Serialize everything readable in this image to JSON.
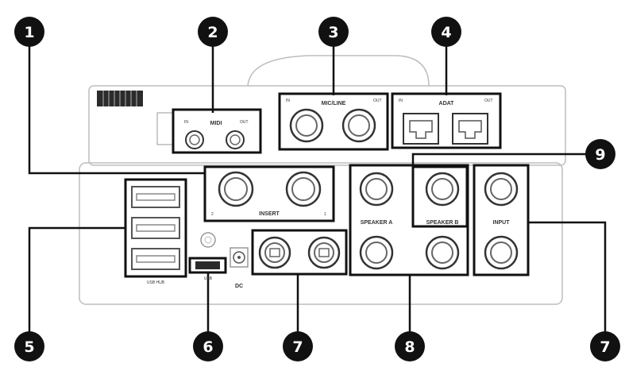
{
  "panel_labels": {
    "midi": "MIDI",
    "midi_in": "IN",
    "midi_out": "OUT",
    "mic_line": "MIC/LINE",
    "mic_line_in": "IN",
    "mic_line_out": "OUT",
    "adat": "ADAT",
    "adat_in": "IN",
    "adat_out": "OUT",
    "insert": "INSERT",
    "insert_left_num": "2",
    "insert_right_num": "1",
    "speaker_a": "SPEAKER A",
    "speaker_b": "SPEAKER B",
    "input": "INPUT",
    "usb": "USB HUB",
    "usb_b": "USB",
    "dc": "DC"
  },
  "callouts": [
    {
      "id": "1",
      "label": "1"
    },
    {
      "id": "2",
      "label": "2"
    },
    {
      "id": "3",
      "label": "3"
    },
    {
      "id": "4",
      "label": "4"
    },
    {
      "id": "5",
      "label": "5"
    },
    {
      "id": "6",
      "label": "6"
    },
    {
      "id": "7a",
      "label": "7"
    },
    {
      "id": "8",
      "label": "8"
    },
    {
      "id": "7b",
      "label": "7"
    },
    {
      "id": "9",
      "label": "9"
    }
  ]
}
